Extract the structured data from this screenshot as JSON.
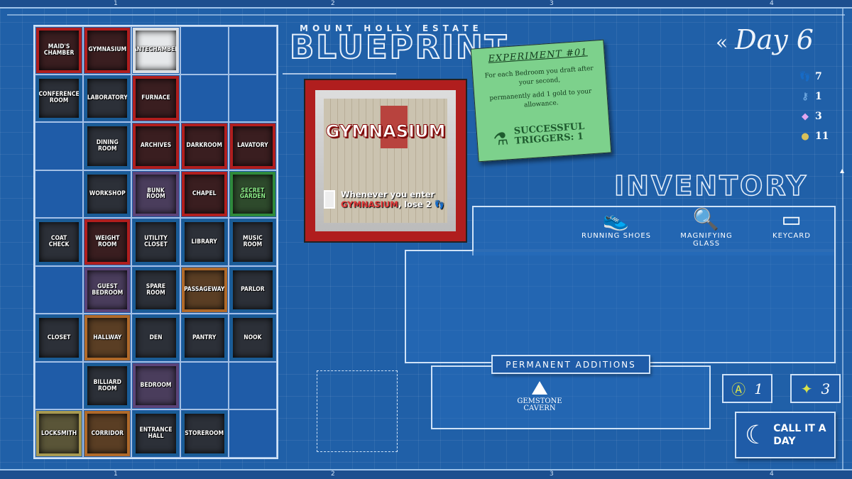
{
  "ruler": {
    "labels": [
      "1",
      "2",
      "3",
      "4"
    ]
  },
  "header": {
    "subtitle": "MOUNT HOLLY ESTATE",
    "title": "BLUEPRINT"
  },
  "colors": {
    "blue": "#1a5c96",
    "red": "#b01e1e",
    "purple": "#5b4479",
    "orange": "#b06a2a",
    "green": "#2f8a3c",
    "yellow": "#a89a52",
    "white": "#d9dde2"
  },
  "mansion": {
    "rows": [
      [
        {
          "name": "Maid's Chamber",
          "color": "red"
        },
        {
          "name": "Gymnasium",
          "color": "red"
        },
        {
          "name": "Antechamber",
          "color": "white"
        },
        null,
        null
      ],
      [
        {
          "name": "Conference Room",
          "color": "blue"
        },
        {
          "name": "Laboratory",
          "color": "blue"
        },
        {
          "name": "Furnace",
          "color": "red"
        },
        null,
        null
      ],
      [
        null,
        {
          "name": "Dining Room",
          "color": "blue"
        },
        {
          "name": "Archives",
          "color": "red"
        },
        {
          "name": "Darkroom",
          "color": "red"
        },
        {
          "name": "Lavatory",
          "color": "red"
        }
      ],
      [
        null,
        {
          "name": "Workshop",
          "color": "blue"
        },
        {
          "name": "Bunk Room",
          "color": "purple"
        },
        {
          "name": "Chapel",
          "color": "red"
        },
        {
          "name": "Secret Garden",
          "color": "green"
        }
      ],
      [
        {
          "name": "Coat Check",
          "color": "blue"
        },
        {
          "name": "Weight Room",
          "color": "red"
        },
        {
          "name": "Utility Closet",
          "color": "blue"
        },
        {
          "name": "Library",
          "color": "blue"
        },
        {
          "name": "Music Room",
          "color": "blue"
        }
      ],
      [
        null,
        {
          "name": "Guest Bedroom",
          "color": "purple"
        },
        {
          "name": "Spare Room",
          "color": "blue"
        },
        {
          "name": "Passageway",
          "color": "orange"
        },
        {
          "name": "Parlor",
          "color": "blue"
        }
      ],
      [
        {
          "name": "Closet",
          "color": "blue"
        },
        {
          "name": "Hallway",
          "color": "orange"
        },
        {
          "name": "Den",
          "color": "blue"
        },
        {
          "name": "Pantry",
          "color": "blue"
        },
        {
          "name": "Nook",
          "color": "blue"
        }
      ],
      [
        null,
        {
          "name": "Billiard Room",
          "color": "blue"
        },
        {
          "name": "Bedroom",
          "color": "purple"
        },
        null,
        null
      ],
      [
        {
          "name": "Locksmith",
          "color": "yellow"
        },
        {
          "name": "Corridor",
          "color": "orange"
        },
        {
          "name": "Entrance Hall",
          "color": "blue"
        },
        {
          "name": "Storeroom",
          "color": "blue"
        },
        null
      ]
    ]
  },
  "selected_room": {
    "name": "GYMNASIUM",
    "effect_line1": "Whenever you enter",
    "effect_room": "GYMNASIUM",
    "effect_line2": ", lose 2",
    "effect_icon": "steps-icon"
  },
  "note": {
    "title": "EXPERIMENT #01",
    "body1": "For each Bedroom you draft after your second,",
    "body2": "permanently add 1 gold to your allowance.",
    "status": "SUCCESSFUL TRIGGERS: 1"
  },
  "day": {
    "back": "«",
    "label": "Day 6"
  },
  "stats": [
    {
      "icon": "steps-icon",
      "glyph": "👣",
      "value": "7"
    },
    {
      "icon": "key-icon",
      "glyph": "⚷",
      "value": "1"
    },
    {
      "icon": "gem-icon",
      "glyph": "◆",
      "value": "3"
    },
    {
      "icon": "coins-icon",
      "glyph": "●",
      "value": "11"
    }
  ],
  "inventory": {
    "title": "INVENTORY",
    "items": [
      {
        "label": "RUNNING SHOES",
        "glyph": "👟"
      },
      {
        "label": "MAGNIFYING GLASS",
        "glyph": "🔍"
      },
      {
        "label": "KEYCARD",
        "glyph": "▭"
      }
    ]
  },
  "permanent": {
    "label": "PERMANENT ADDITIONS",
    "items": [
      {
        "name": "GEMSTONE CAVERN"
      }
    ]
  },
  "counters": [
    {
      "icon": "coin-a-icon",
      "glyph": "Ⓐ",
      "value": "1"
    },
    {
      "icon": "star-icon",
      "glyph": "✦",
      "value": "3"
    }
  ],
  "call_it_a_day": {
    "label": "CALL IT A DAY"
  }
}
